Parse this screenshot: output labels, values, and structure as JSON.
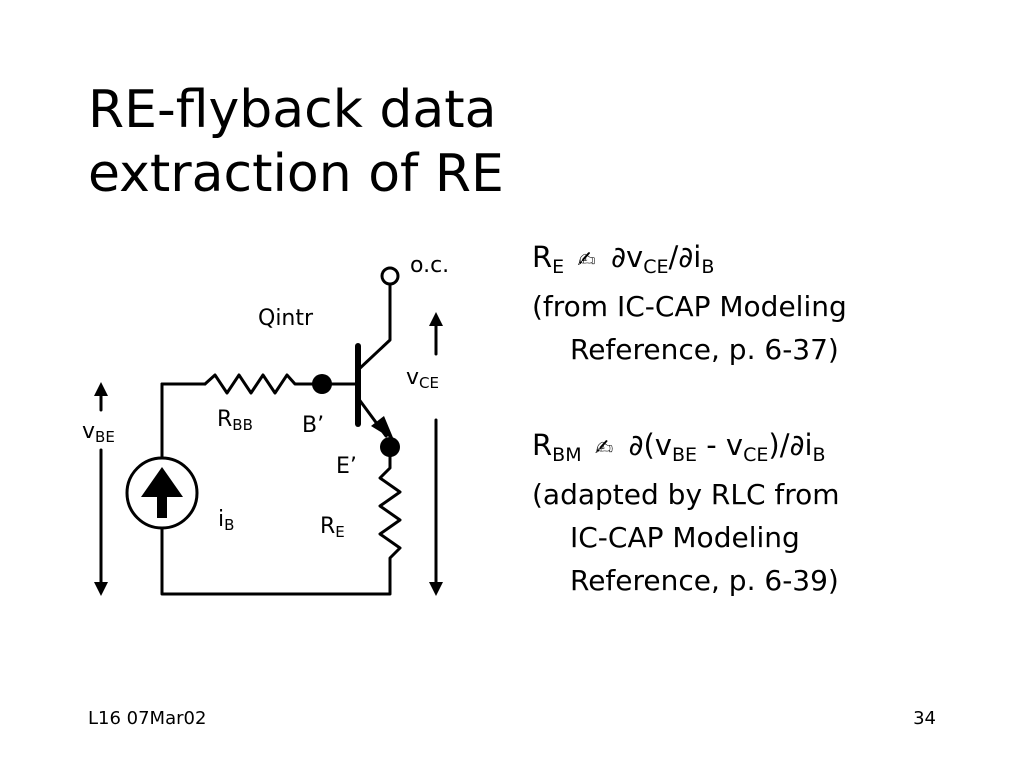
{
  "slide": {
    "title_line1": "RE-flyback data",
    "title_line2": "extraction of RE",
    "footer_left": "L16 07Mar02",
    "footer_right": "34"
  },
  "circuit": {
    "labels": {
      "oc": "o.c.",
      "qintr": "Qintr",
      "vce_base": "v",
      "vce_sub": "CE",
      "vbe_base": "v",
      "vbe_sub": "BE",
      "rbb_base": "R",
      "rbb_sub": "BB",
      "bprime": "B’",
      "eprime": "E’",
      "ib_base": "i",
      "ib_sub": "B",
      "re_base": "R",
      "re_sub": "E"
    }
  },
  "equations": {
    "re": {
      "lhs_base": "R",
      "lhs_sub": "E",
      "arrow_icon": "✍",
      "partial1": "∂",
      "v_base": "v",
      "v_sub": "CE",
      "slash": "/",
      "partial2": "∂",
      "i_base": "i",
      "i_sub": "B"
    },
    "re_note": {
      "line1": "(from IC-CAP Modeling",
      "line2": "Reference, p. 6-37)"
    },
    "rbm": {
      "lhs_base": "R",
      "lhs_sub": "BM",
      "arrow_icon": "✍",
      "partial1": "∂",
      "open": "(",
      "vbe_base": "v",
      "vbe_sub": "BE",
      "minus": " - ",
      "vce_base": "v",
      "vce_sub": "CE",
      "close": ")",
      "slash": "/",
      "partial2": "∂",
      "i_base": "i",
      "i_sub": "B"
    },
    "rbm_note": {
      "line1": "(adapted by RLC from",
      "line2": "IC-CAP Modeling",
      "line3": "Reference, p. 6-39)"
    }
  }
}
